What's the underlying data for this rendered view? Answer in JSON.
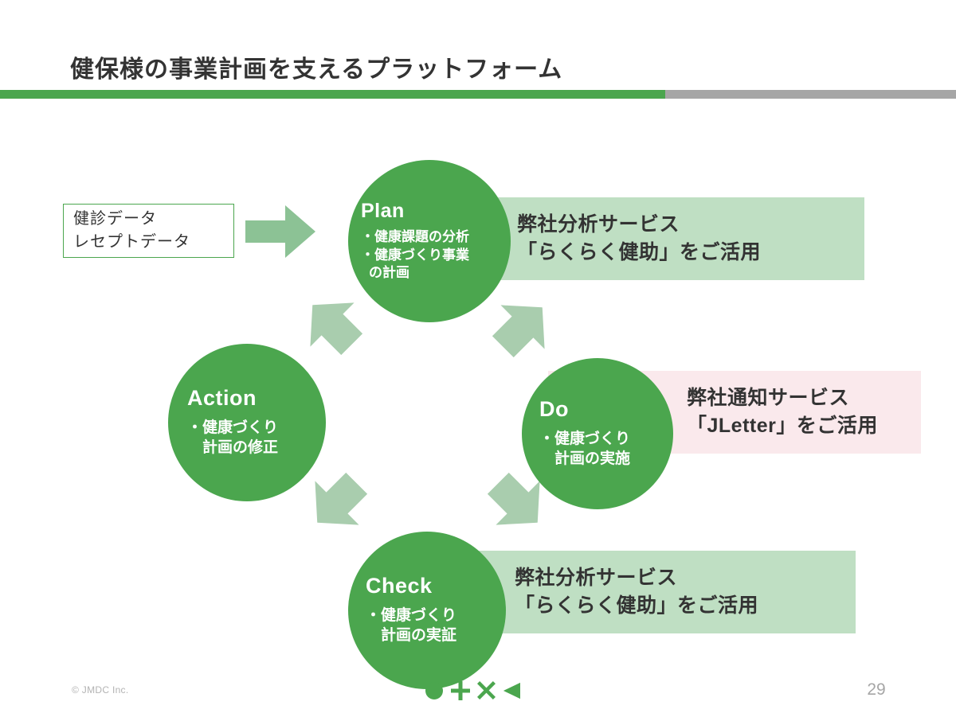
{
  "slide": {
    "title": "健保様の事業計画を支えるプラットフォーム",
    "page_number": "29",
    "copyright": "© JMDC Inc.",
    "accent_green": "#4ba64e",
    "accent_gray": "#a6a6a6",
    "banner_green": "#bfdfc3",
    "banner_pink": "#fae9ec",
    "arrow_green": "#a9cdae"
  },
  "source_box": {
    "line1": "健診データ",
    "line2": "レセプトデータ"
  },
  "cycle": {
    "plan": {
      "phase": "Plan",
      "item1": "・健康課題の分析",
      "item2": "・健康づくり事業",
      "item2_cont": "の計画"
    },
    "do": {
      "phase": "Do",
      "item1": "・健康づくり",
      "item1_cont": "計画の実施"
    },
    "check": {
      "phase": "Check",
      "item1": "・健康づくり",
      "item1_cont": "計画の実証"
    },
    "action": {
      "phase": "Action",
      "item1": "・健康づくり",
      "item1_cont": "計画の修正"
    }
  },
  "banners": {
    "plan": {
      "line1": "弊社分析サービス",
      "line2": "「らくらく健助」をご活用"
    },
    "do": {
      "line1": "弊社通知サービス",
      "line2": "「JLetter」をご活用"
    },
    "check": {
      "line1": "弊社分析サービス",
      "line2": "「らくらく健助」をご活用"
    }
  }
}
